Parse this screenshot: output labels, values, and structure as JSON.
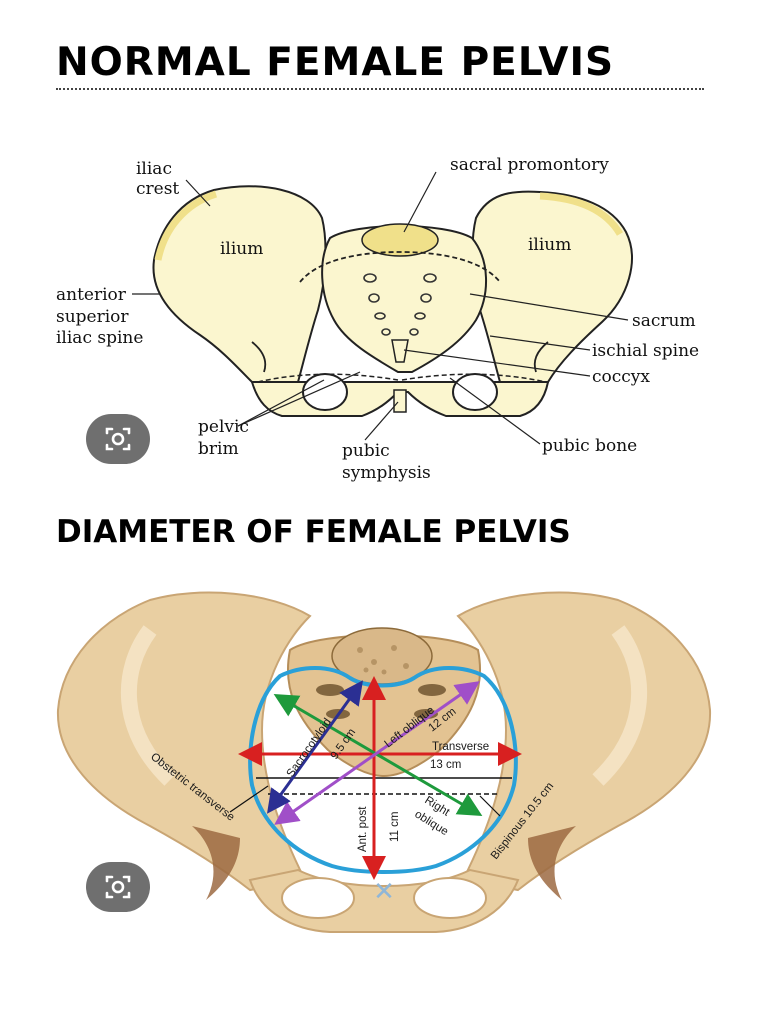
{
  "section1": {
    "title": "NORMAL FEMALE PELVIS",
    "labels": {
      "iliac_crest_1": "iliac",
      "iliac_crest_2": "crest",
      "sacral_promontory": "sacral promontory",
      "ilium_left": "ilium",
      "ilium_right": "ilium",
      "asis_1": "anterior",
      "asis_2": "superior",
      "asis_3": "iliac spine",
      "sacrum": "sacrum",
      "ischial_spine": "ischial spine",
      "coccyx": "coccyx",
      "pelvic_brim_1": "pelvic",
      "pelvic_brim_2": "brim",
      "pubic_symphysis_1": "pubic",
      "pubic_symphysis_2": "symphysis",
      "pubic_bone": "pubic bone"
    }
  },
  "section2": {
    "title": "DIAMETER OF FEMALE PELVIS",
    "labels": {
      "sacrocotyloid": "Sacrocotyloid",
      "sacrocotyloid_value": "9.5 cm",
      "left_oblique": "Left oblique",
      "left_oblique_value": "12 cm",
      "transverse": "Transverse",
      "transverse_value": "13 cm",
      "right_oblique_1": "Right",
      "right_oblique_2": "oblique",
      "ant_post": "Ant. post",
      "ant_post_value": "11 cm",
      "obstetric_transverse": "Obstetric transverse",
      "bispinous": "Bispinous 10.5 cm"
    }
  },
  "colors": {
    "bone_light": "#fbf6cf",
    "bone_edge": "#f0e08a",
    "bone_tan": "#e9cfa2",
    "inlet": "#2aa0d8",
    "red": "#d82020",
    "green": "#1e9a3c",
    "purple": "#a04fc8",
    "navy": "#2b2f93"
  },
  "icons": [
    "lens-search-icon",
    "lens-search-icon"
  ]
}
